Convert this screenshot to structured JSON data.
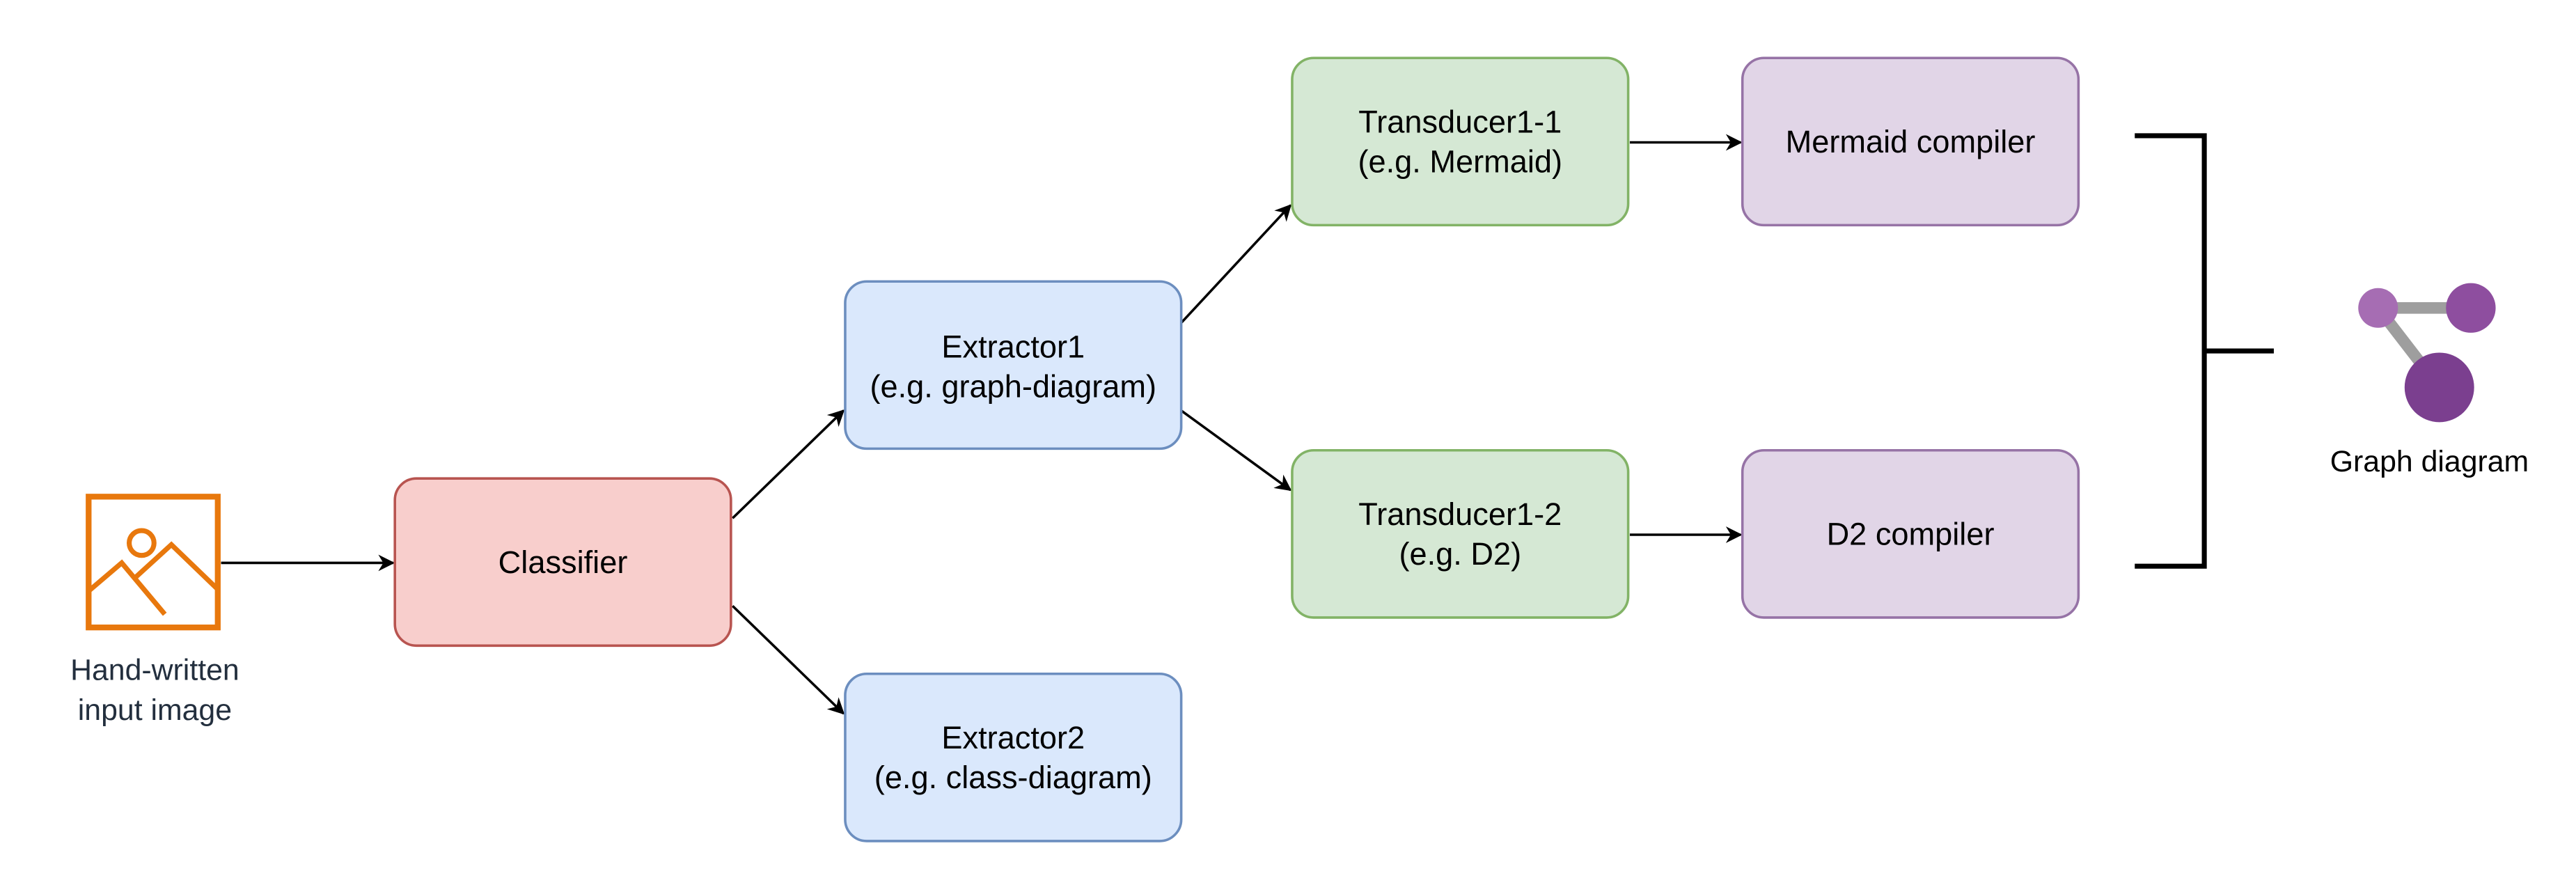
{
  "input": {
    "label_line1": "Hand-written",
    "label_line2": "input image",
    "icon": "image-icon",
    "icon_color": "#E8780D"
  },
  "nodes": {
    "classifier": {
      "label": "Classifier",
      "fill": "#F8CECC",
      "stroke": "#B85450"
    },
    "extractor1": {
      "label_line1": "Extractor1",
      "label_line2": "(e.g. graph-diagram)",
      "fill": "#DAE8FC",
      "stroke": "#6C8EBF"
    },
    "extractor2": {
      "label_line1": "Extractor2",
      "label_line2": "(e.g. class-diagram)",
      "fill": "#DAE8FC",
      "stroke": "#6C8EBF"
    },
    "transducer1_1": {
      "label_line1": "Transducer1-1",
      "label_line2": "(e.g. Mermaid)",
      "fill": "#D5E8D4",
      "stroke": "#82B366"
    },
    "transducer1_2": {
      "label_line1": "Transducer1-2",
      "label_line2": "(e.g. D2)",
      "fill": "#D5E8D4",
      "stroke": "#82B366"
    },
    "mermaid_compiler": {
      "label": "Mermaid compiler",
      "fill": "#E1D5E7",
      "stroke": "#9673A6"
    },
    "d2_compiler": {
      "label": "D2 compiler",
      "fill": "#E1D5E7",
      "stroke": "#9673A6"
    }
  },
  "output": {
    "label": "Graph diagram",
    "icon": "graph-diagram-icon",
    "icon_colors": [
      "#A66DB3",
      "#8E4E9F",
      "#7B3F8F",
      "#9E9E9E"
    ]
  }
}
